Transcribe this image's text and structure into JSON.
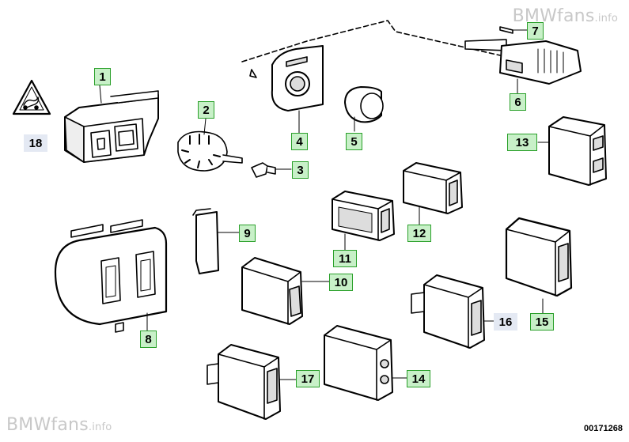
{
  "watermark": {
    "brand_top": "BMWfans",
    "suffix_top": ".info",
    "brand_bottom": "BMWfans",
    "suffix_bottom": ".info"
  },
  "catalog_number": "00171268",
  "callouts": [
    {
      "id": "1",
      "label": "1",
      "style": "green"
    },
    {
      "id": "2",
      "label": "2",
      "style": "green"
    },
    {
      "id": "3",
      "label": "3",
      "style": "green"
    },
    {
      "id": "4",
      "label": "4",
      "style": "green"
    },
    {
      "id": "5",
      "label": "5",
      "style": "green"
    },
    {
      "id": "6",
      "label": "6",
      "style": "green"
    },
    {
      "id": "7",
      "label": "7",
      "style": "green"
    },
    {
      "id": "8",
      "label": "8",
      "style": "green"
    },
    {
      "id": "9",
      "label": "9",
      "style": "green"
    },
    {
      "id": "10",
      "label": "10",
      "style": "green"
    },
    {
      "id": "11",
      "label": "11",
      "style": "green"
    },
    {
      "id": "12",
      "label": "12",
      "style": "green"
    },
    {
      "id": "13",
      "label": "13",
      "style": "green"
    },
    {
      "id": "14",
      "label": "14",
      "style": "green"
    },
    {
      "id": "15",
      "label": "15",
      "style": "green"
    },
    {
      "id": "16",
      "label": "16",
      "style": "blue"
    },
    {
      "id": "17",
      "label": "17",
      "style": "green"
    },
    {
      "id": "18",
      "label": "18",
      "style": "blue"
    }
  ]
}
